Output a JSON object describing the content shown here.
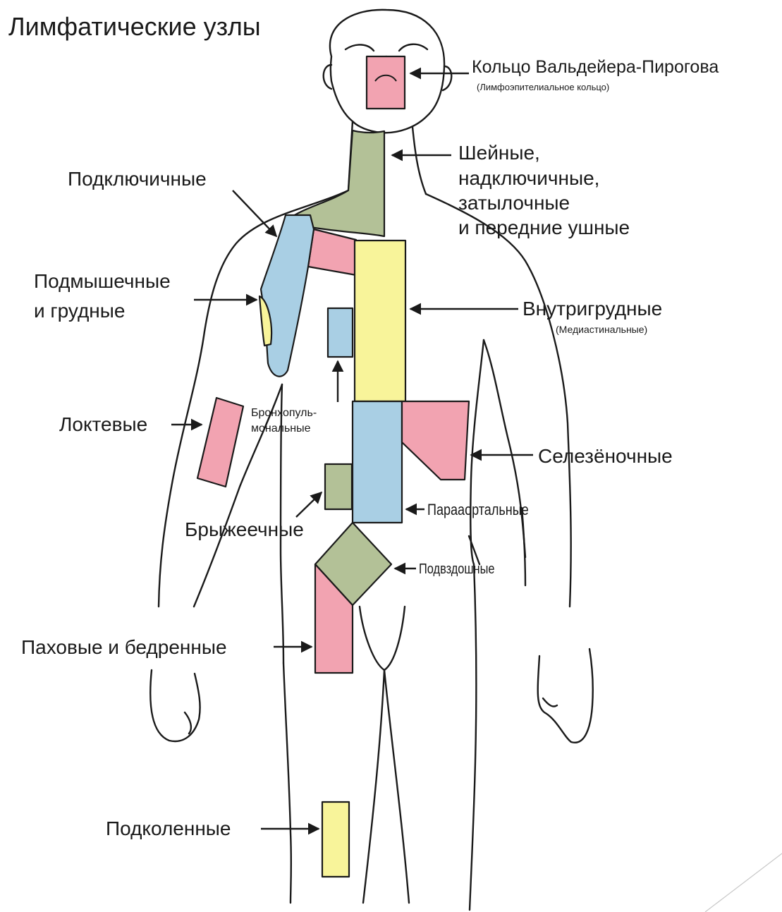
{
  "title": "Лимфатические узлы",
  "colors": {
    "pink": "#f2a3b1",
    "blue": "#a9cfe4",
    "yellow": "#f8f49a",
    "green": "#b3c197",
    "outline": "#1a1a1a"
  },
  "labels": {
    "ring": "Кольцо Вальдейера-Пирогова",
    "ring_sub": "(Лимфоэпителиальное кольцо)",
    "cervical_line1": "Шейные,",
    "cervical_line2": "надключичные,",
    "cervical_line3": "затылочные",
    "cervical_line4": "и передние ушные",
    "subclavian": "Подключичные",
    "axillary_line1": "Подмышечные",
    "axillary_line2": "и грудные",
    "intrathoracic": "Внутригрудные",
    "intrathoracic_sub": "(Медиастинальные)",
    "bronchopulm_line1": "Бронхопуль-",
    "bronchopulm_line2": "мональные",
    "cubital": "Локтевые",
    "splenic": "Селезёночные",
    "paraaortic": "Парааортальные",
    "mesenteric": "Брыжеечные",
    "iliac": "Подвздошные",
    "inguinal": "Паховые и бедренные",
    "popliteal": "Подколенные"
  }
}
